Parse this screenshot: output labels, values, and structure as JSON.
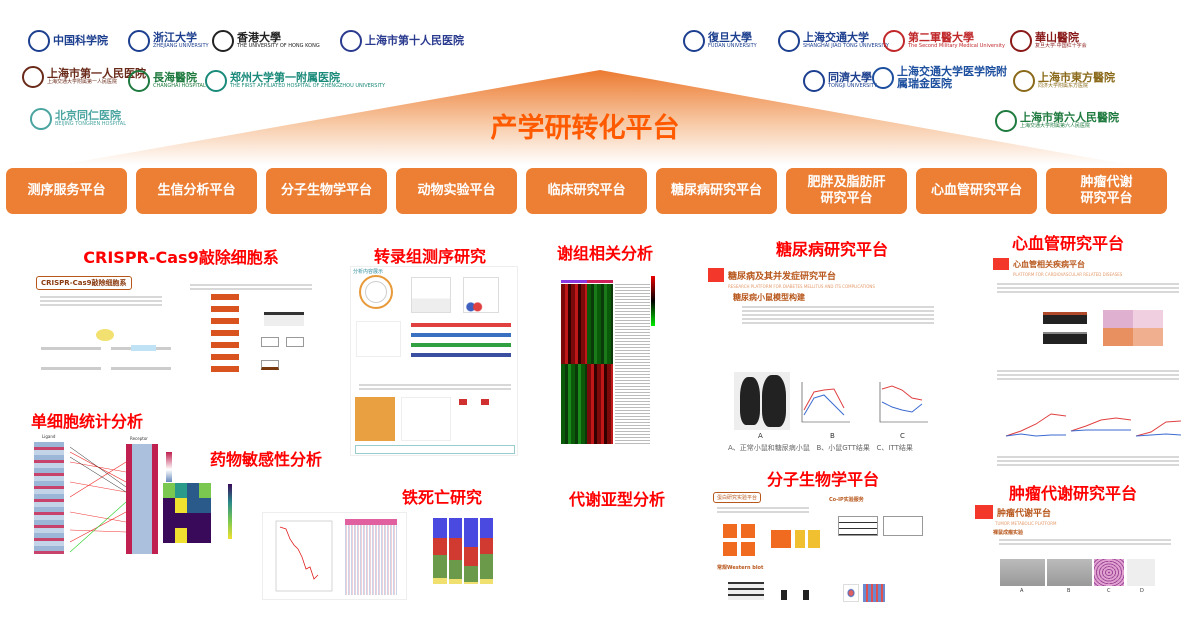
{
  "logos_left": [
    {
      "cn": "中国科学院",
      "en": "",
      "color": "#1d3f8f"
    },
    {
      "cn": "浙江大学",
      "en": "ZHEJIANG UNIVERSITY",
      "color": "#1d3f8f"
    },
    {
      "cn": "香港大學",
      "en": "THE UNIVERSITY OF HONG KONG",
      "color": "#222"
    },
    {
      "cn": "上海市第十人民医院",
      "en": "",
      "color": "#2a3a8f"
    },
    {
      "cn": "上海市第一人民医院",
      "en": "上海交通大学附属第一人民医院",
      "color": "#6a2a1a"
    },
    {
      "cn": "長海醫院",
      "en": "CHANGHAI HOSPITAL",
      "color": "#1e7a3e"
    },
    {
      "cn": "郑州大学第一附属医院",
      "en": "THE FIRST AFFILIATED HOSPITAL OF ZHENGZHOU UNIVERSITY",
      "color": "#1a8a7a"
    },
    {
      "cn": "北京同仁医院",
      "en": "BEIJING TONGREN HOSPITAL",
      "color": "#4aa4a0"
    }
  ],
  "logos_right": [
    {
      "cn": "復旦大學",
      "en": "FUDAN UNIVERSITY",
      "color": "#1d3f8f"
    },
    {
      "cn": "上海交通大学",
      "en": "SHANGHAI JIAO TONG UNIVERSITY",
      "color": "#1d3f8f"
    },
    {
      "cn": "第二軍醫大學",
      "en": "The Second Military Medical University",
      "color": "#c0282a"
    },
    {
      "cn": "華山醫院",
      "en": "复旦大学·中国红十字会",
      "color": "#8a1a1a"
    },
    {
      "cn": "同濟大學",
      "en": "TONGJI UNIVERSITY",
      "color": "#1d3f8f"
    },
    {
      "cn": "上海交通大学医学院附属瑞金医院",
      "en": "",
      "color": "#1d4f9f"
    },
    {
      "cn": "上海市東方醫院",
      "en": "同济大学附属东方医院",
      "color": "#8a6a1a"
    },
    {
      "cn": "上海市第六人民醫院",
      "en": "上海交通大学附属第六人民医院",
      "color": "#1e7a3e"
    }
  ],
  "hero_title": "产学研转化平台",
  "platforms": [
    "测序服务平台",
    "生信分析平台",
    "分子生物学平台",
    "动物实验平台",
    "临床研究平台",
    "糖尿病研究平台",
    "肥胖及脂肪肝\n研究平台",
    "心血管研究平台",
    "肿瘤代谢\n研究平台"
  ],
  "sections": {
    "crispr": "CRISPR-Cas9敲除细胞系",
    "transcriptome": "转录组测序研究",
    "metabolome": "谢组相关分析",
    "diabetes": "糖尿病研究平台",
    "cardio": "心血管研究平台",
    "singlecell": "单细胞统计分析",
    "drug": "药物敏感性分析",
    "ferroptosis": "铁死亡研究",
    "subtype": "代谢亚型分析",
    "molbio": "分子生物学平台",
    "tumor": "肿瘤代谢研究平台"
  },
  "panels": {
    "crispr_tag": "CRISPR-Cas9敲除细胞系",
    "diabetes_title": "糖尿病及其并发症研究平台",
    "diabetes_sub": "RESEARCH PLATFORM FOR DIABETES MELLITUS AND ITS COMPLICATIONS",
    "diabetes_h": "糖尿病小鼠模型构建",
    "diabetes_caption": "A、正常小鼠和糖尿病小鼠   B、小鼠GTT结果   C、ITT结果",
    "diabetes_labels": [
      "A",
      "B",
      "C"
    ],
    "cardio_title": "心血管相关疾病平台",
    "cardio_sub": "PLATFORM FOR CARDIOVASCULAR RELATED DISEASES",
    "tumor_title": "肿瘤代谢平台",
    "tumor_sub": "TUMOR METABOLIC PLATFORM",
    "tumor_h": "裸鼠成瘤实验",
    "tumor_labels": [
      "A",
      "B",
      "C",
      "D"
    ],
    "molbio_tag": "蛋白研究实验平台",
    "molbio_wb": "常规Western blot",
    "molbio_coip": "Co-IP实验服务",
    "transcript_h": "分析内容展示",
    "singlecell_ligand": "Ligand",
    "singlecell_receptor": "Receptor"
  }
}
